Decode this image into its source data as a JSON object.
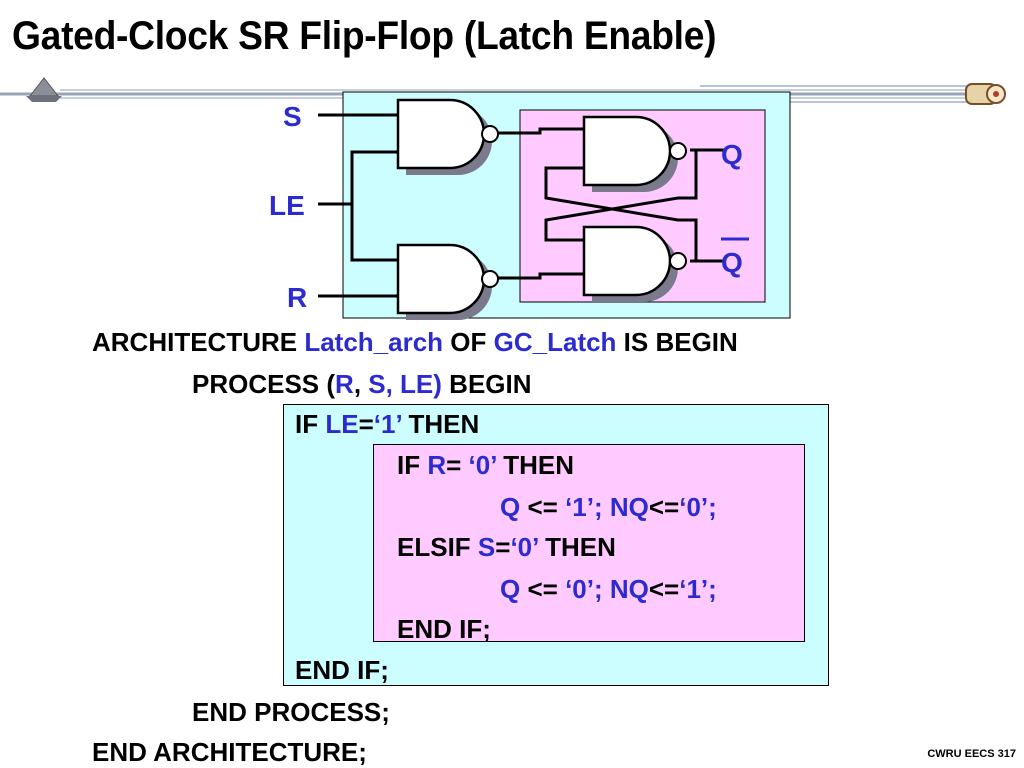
{
  "slide": {
    "title": "Gated-Clock SR Flip-Flop (Latch Enable)",
    "footer": "CWRU EECS 317"
  },
  "diagram": {
    "inputs": {
      "s": "S",
      "le": "LE",
      "r": "R"
    },
    "outputs": {
      "q": "Q",
      "qbar": "Q"
    },
    "colors": {
      "outer_box": "#ccfdff",
      "inner_box": "#ffcaff",
      "gate_fill": "#ffffff",
      "gate_shadow": "#7a7a8c",
      "label_blue": "#2b2bd0"
    }
  },
  "code": {
    "l1": {
      "kw1": "ARCHITECTURE ",
      "arch": "Latch_arch",
      "kw2": " OF ",
      "ent": "GC_Latch",
      "kw3": " IS BEGIN"
    },
    "l2": {
      "kw1": "PROCESS (",
      "r": "R",
      "comma": ", ",
      "sle": "S, LE)",
      "kw2": " BEGIN"
    },
    "l3": {
      "kw1": "IF ",
      "le": "LE",
      "eq": "=",
      "val": "‘1’",
      "kw2": " THEN"
    },
    "l4": {
      "kw1": "IF ",
      "r": "R",
      "eq": "= ",
      "val": "‘0’",
      "kw2": " THEN"
    },
    "l5": {
      "q": "Q",
      "op1": " <= ",
      "v1": "‘1’; ",
      "nq": "NQ",
      "op2": "<=",
      "v2": "‘0’;"
    },
    "l6": {
      "kw1": "ELSIF ",
      "s": "S",
      "eq": "=",
      "val": "‘0’",
      "kw2": " THEN"
    },
    "l7": {
      "q": "Q",
      "op1": " <= ",
      "v1": "‘0’; ",
      "nq": "NQ",
      "op2": "<=",
      "v2": "‘1’;"
    },
    "l8": "END IF;",
    "l9": "END IF;",
    "l10": "END PROCESS;",
    "l11": "END ARCHITECTURE;"
  }
}
